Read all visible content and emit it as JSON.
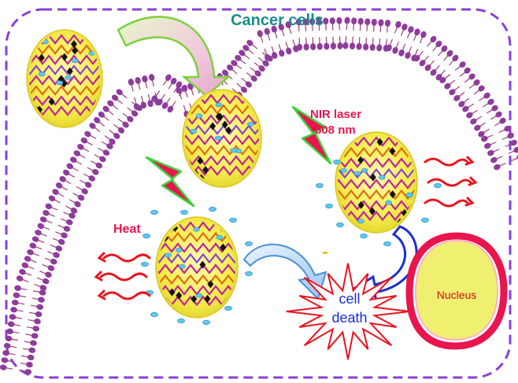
{
  "title": "Cancer cells",
  "labels": {
    "laser_line1": "NIR laser",
    "laser_line2": "808 nm",
    "heat": "Heat",
    "death_line1": "cell",
    "death_line2": "death",
    "nucleus": "Nucleus"
  },
  "colors": {
    "frame": "#8a3fd8",
    "title": "#1a8c8c",
    "membrane": "#8e3d9c",
    "nanoparticle": "#f6ee4f",
    "bolt": "#e8154e",
    "bolt_glow": "#3fd23f",
    "heat_wave": "#e8151e",
    "label_red": "#e8154e",
    "death_text": "#1a2fd0",
    "nucleus_ring": "#e8154e",
    "nucleus_fill": "#f0f070",
    "nucleus_text": "#d01010"
  },
  "icons": [
    "nanoparticle-icon",
    "lightning-bolt-icon",
    "heat-wave-icon",
    "curved-arrow-icon",
    "starburst-icon",
    "drug-molecule-icon"
  ]
}
